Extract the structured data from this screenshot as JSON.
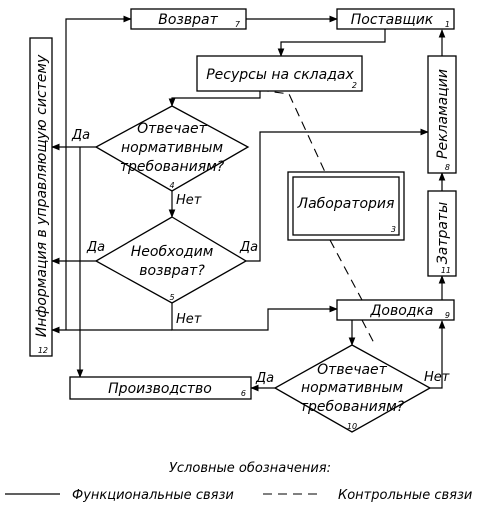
{
  "blocks": {
    "vozvrat": {
      "label": "Возврат",
      "num": "7"
    },
    "postavshik": {
      "label": "Поставщик",
      "num": "1"
    },
    "resursy": {
      "label": "Ресурсы на складах",
      "num": "2"
    },
    "reklamacii": {
      "label": "Рекламации",
      "num": "8"
    },
    "decision4": {
      "line1": "Отвечает",
      "line2": "нормативным",
      "line3": "требованиям?",
      "num": "4"
    },
    "laboratoriya": {
      "label": "Лаборатория",
      "num": "3"
    },
    "zatraty": {
      "label": "Затраты",
      "num": "11"
    },
    "decision5": {
      "line1": "Необходим",
      "line2": "возврат?",
      "num": "5"
    },
    "dovodka": {
      "label": "Доводка",
      "num": "9"
    },
    "informaciya": {
      "label": "Информация в управляющую систему",
      "num": "12"
    },
    "proizvodstvo": {
      "label": "Производство",
      "num": "6"
    },
    "decision10": {
      "line1": "Отвечает",
      "line2": "нормативным",
      "line3": "требованиям?",
      "num": "10"
    }
  },
  "labels": {
    "da": "Да",
    "net": "Нет"
  },
  "legend": {
    "title": "Условные обозначения:",
    "functional": "Функциональные связи",
    "control": "Контрольные связи"
  }
}
